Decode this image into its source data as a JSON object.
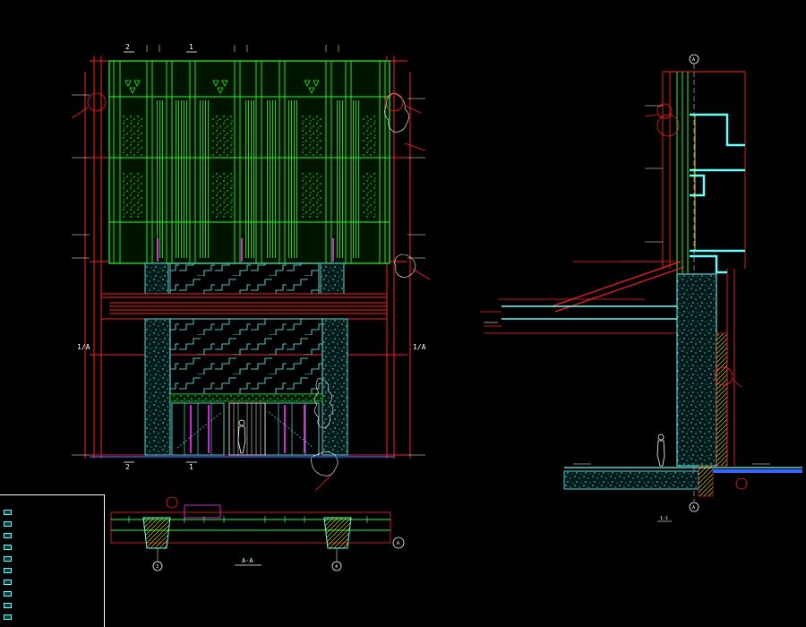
{
  "colors": {
    "background": "#000000",
    "outline": "#ff2020",
    "green": "#22ff22",
    "cyan": "#66ffff",
    "yellow": "#ffff00",
    "white": "#ffffff",
    "magenta": "#ff33ff",
    "blue": "#3366ff"
  },
  "elevation": {
    "top_axes": [
      "2",
      "1"
    ],
    "bottom_axes": [
      "2",
      "1"
    ],
    "side_axes": [
      "1/A",
      "1/A"
    ]
  },
  "section_plan": {
    "title": "A-A",
    "axes": [
      "3",
      "4"
    ],
    "axis_right": "A"
  },
  "wall_section": {
    "axis_top": "A",
    "axis_bottom": "A",
    "detail_label": "1-1"
  },
  "legend": {
    "rows": [
      "",
      "",
      "",
      "",
      "",
      "",
      "",
      "",
      "",
      "",
      "",
      "",
      ""
    ]
  }
}
